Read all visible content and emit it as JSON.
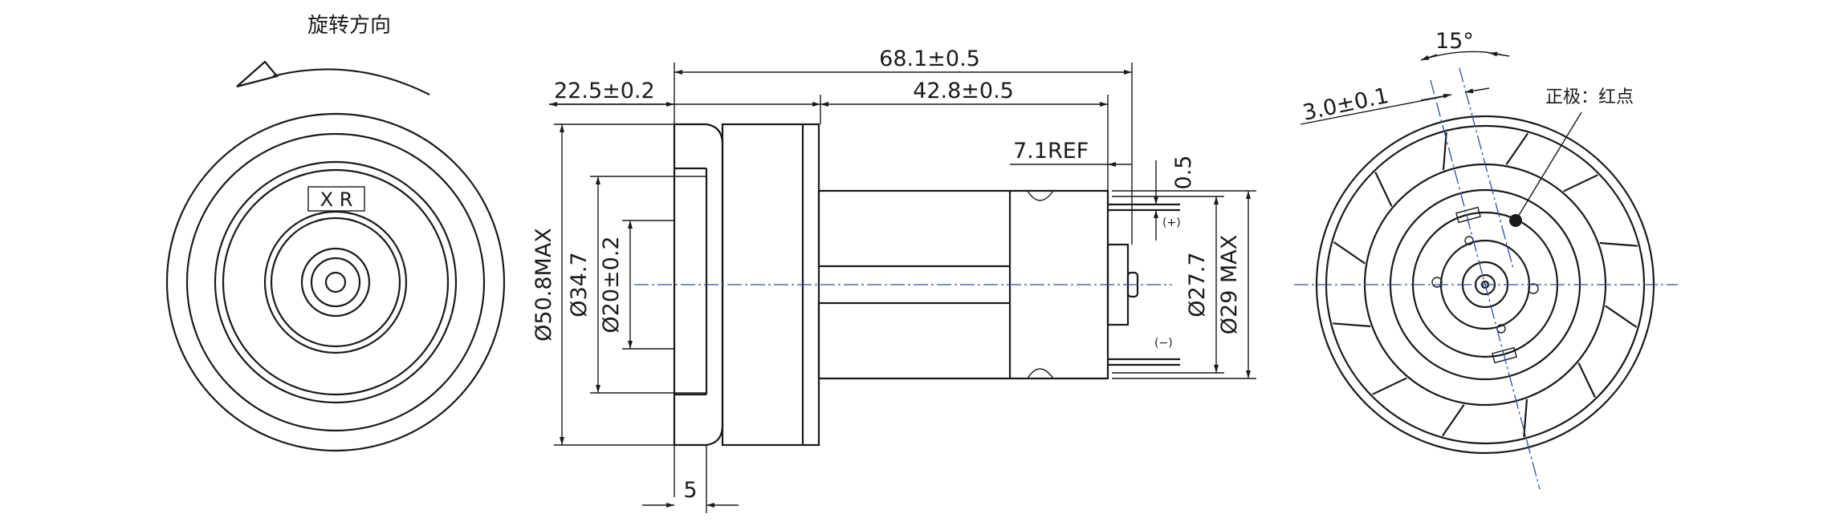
{
  "labels": {
    "rotation_direction": "旋转方向",
    "xr_mark": "X R",
    "positive_terminal_note": "正极：红点",
    "plus_mark": "(+)",
    "minus_mark": "(−)"
  },
  "dimensions": {
    "overall_length": "68.1±0.5",
    "body_length": "42.8±0.5",
    "front_flange": "22.5±0.2",
    "terminal_ref": "7.1REF",
    "terminal_thickness": "0.5",
    "outer_diameter": "Ø50.8MAX",
    "bearing_diameter": "Ø34.7",
    "boss_diameter": "Ø20±0.2",
    "can_diameter": "Ø27.7",
    "can_max_diameter": "Ø29 MAX",
    "flange_thickness": "5",
    "terminal_offset": "3.0±0.1",
    "terminal_angle": "15°"
  },
  "colors": {
    "line": "#1a1a1a",
    "centerline": "#2a4fa3"
  }
}
